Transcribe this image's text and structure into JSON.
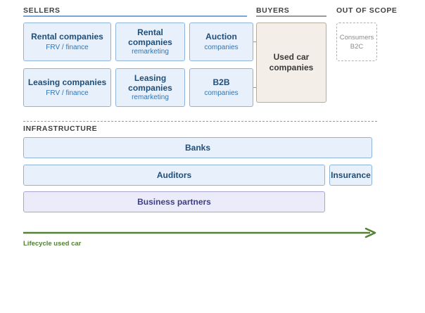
{
  "sections": {
    "sellers": "SELLERS",
    "buyers": "BUYERS",
    "out_of_scope": "OUT OF SCOPE",
    "infrastructure": "INFRASTRUCTURE"
  },
  "sellers": {
    "rental_companies": {
      "title": "Rental companies",
      "sub": "FRV / finance"
    },
    "rental_companies_remarketing": {
      "title": "Rental companies",
      "sub": "remarketing"
    },
    "auction_companies": {
      "title": "Auction",
      "sub": "companies"
    },
    "leasing_companies": {
      "title": "Leasing companies",
      "sub": "FRV / finance"
    },
    "leasing_companies_remarketing": {
      "title": "Leasing companies",
      "sub": "remarketing"
    },
    "b2b_companies": {
      "title": "B2B",
      "sub": "companies"
    }
  },
  "buyers": {
    "used_car_companies": "Used car companies"
  },
  "out_of_scope": {
    "title": "Consumers",
    "sub": "B2C"
  },
  "infrastructure": {
    "banks": "Banks",
    "auditors": "Auditors",
    "insurance": "Insurance",
    "business_partners": "Business partners"
  },
  "lifecycle": {
    "label": "Lifecycle used car"
  },
  "colors": {
    "seller_fill": "#e8f1fb",
    "seller_border": "#8fb4dc",
    "buyer_fill": "#f3efe8",
    "partner_fill": "#ecebfa",
    "arrow": "#548235"
  }
}
